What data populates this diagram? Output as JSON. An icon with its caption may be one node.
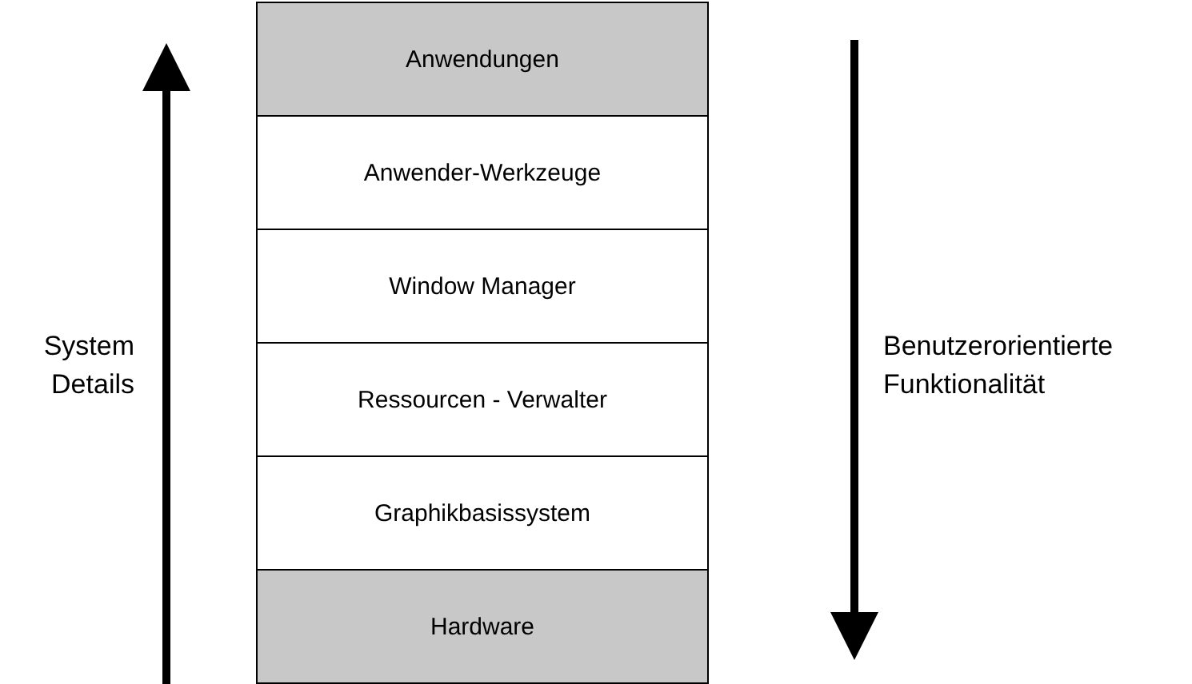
{
  "diagram": {
    "nodes": [
      {
        "text": [
          "Anwendungen"
        ]
      },
      {
        "text": [
          "Anwender-Werkzeuge"
        ]
      },
      {
        "text": [
          "Window Manager"
        ]
      },
      {
        "text": [
          "Ressourcen - Verwalter"
        ]
      },
      {
        "text": [
          "Graphikbasissystem"
        ]
      },
      {
        "text": [
          "Hardware"
        ]
      }
    ],
    "labels": [
      "System Details",
      "Benutzerorientierte Funktionalität"
    ]
  }
}
